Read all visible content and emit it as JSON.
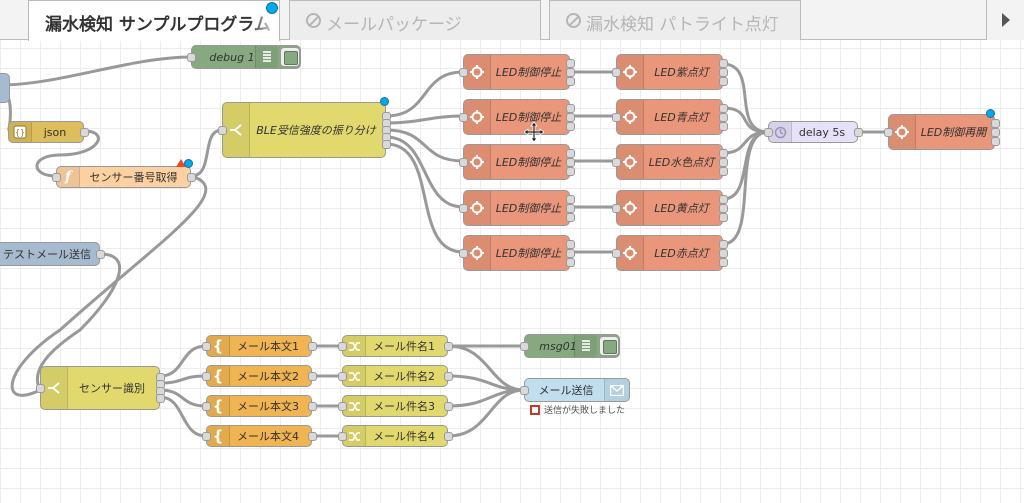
{
  "tabs": [
    {
      "label": "漏水検知 サンプルプログラム",
      "active": true,
      "disabled": false
    },
    {
      "label": "メールパッケージ",
      "active": false,
      "disabled": true
    },
    {
      "label": "漏水検知 パトライト点灯",
      "active": false,
      "disabled": true
    }
  ],
  "nodes": {
    "debug1": "debug 1",
    "json": "json",
    "sensor_number": "センサー番号取得",
    "ble_switch": "BLE受信強度の振り分け",
    "test_mail": "テストメール送信",
    "led_stop_1": "LED制御停止",
    "led_stop_2": "LED制御停止",
    "led_stop_3": "LED制御停止",
    "led_stop_4": "LED制御停止",
    "led_stop_5": "LED制御停止",
    "led_purple": "LED紫点灯",
    "led_blue": "LED青点灯",
    "led_cyan": "LED水色点灯",
    "led_yellow": "LED黄点灯",
    "led_red": "LED赤点灯",
    "delay": "delay 5s",
    "led_restart": "LED制御再開",
    "sensor_switch": "センサー識別",
    "mail_body_1": "メール本文1",
    "mail_body_2": "メール本文2",
    "mail_body_3": "メール本文3",
    "mail_body_4": "メール本文4",
    "mail_subject_1": "メール件名1",
    "mail_subject_2": "メール件名2",
    "mail_subject_3": "メール件名3",
    "mail_subject_4": "メール件名4",
    "msg01": "msg01",
    "mail_send": "メール送信"
  },
  "status": {
    "mail_send": "送信が失敗しました"
  },
  "colors": {
    "debug": "#87a980",
    "function": "#fdd0a2",
    "parser": "#debd5c",
    "switch": "#e2d96e",
    "exec": "#e9967a",
    "template": "#f0b552",
    "change": "#e2d96e",
    "delay": "#e6e0f8",
    "email": "#c0deed",
    "inject": "#a6bbcf"
  },
  "icons": {
    "function": "function-icon",
    "json": "json-icon",
    "switch": "switch-icon",
    "exec": "gear-icon",
    "template": "template-brace-icon",
    "change": "shuffle-icon",
    "delay": "timer-icon",
    "email": "envelope-icon",
    "debug": "list-icon"
  }
}
